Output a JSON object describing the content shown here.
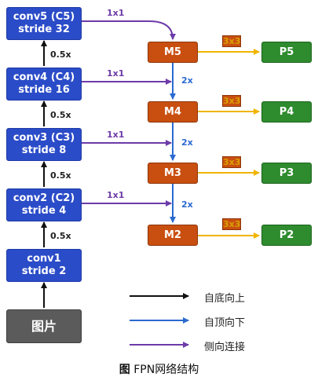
{
  "backbone": [
    {
      "name": "conv5 (C5)",
      "stride": "stride 32"
    },
    {
      "name": "conv4 (C4)",
      "stride": "stride 16"
    },
    {
      "name": "conv3 (C3)",
      "stride": "stride 8"
    },
    {
      "name": "conv2 (C2)",
      "stride": "stride 4"
    },
    {
      "name": "conv1",
      "stride": "stride 2"
    }
  ],
  "image_label": "图片",
  "downsample_label": "0.5x",
  "lateral_label": "1x1",
  "upsample_label": "2x",
  "conv_label": "3x3",
  "merge_nodes": [
    "M5",
    "M4",
    "M3",
    "M2"
  ],
  "outputs": [
    "P5",
    "P4",
    "P3",
    "P2"
  ],
  "legend": [
    {
      "label": "自底向上",
      "color": "#111111"
    },
    {
      "label": "自顶向下",
      "color": "#2a6ad0"
    },
    {
      "label": "侧向连接",
      "color": "#6d3ba8"
    }
  ],
  "caption": {
    "prefix": "图",
    "text": " FPN网络结构"
  },
  "colors": {
    "backbone": "#2b4cc8",
    "merge": "#c94f10",
    "output": "#2e8b2e",
    "image": "#5b5b5b",
    "bottom_up_arrow": "#111111",
    "top_down_arrow": "#2a6ad0",
    "lateral_arrow": "#6d3ba8",
    "conv_arrow": "#f0b400"
  }
}
